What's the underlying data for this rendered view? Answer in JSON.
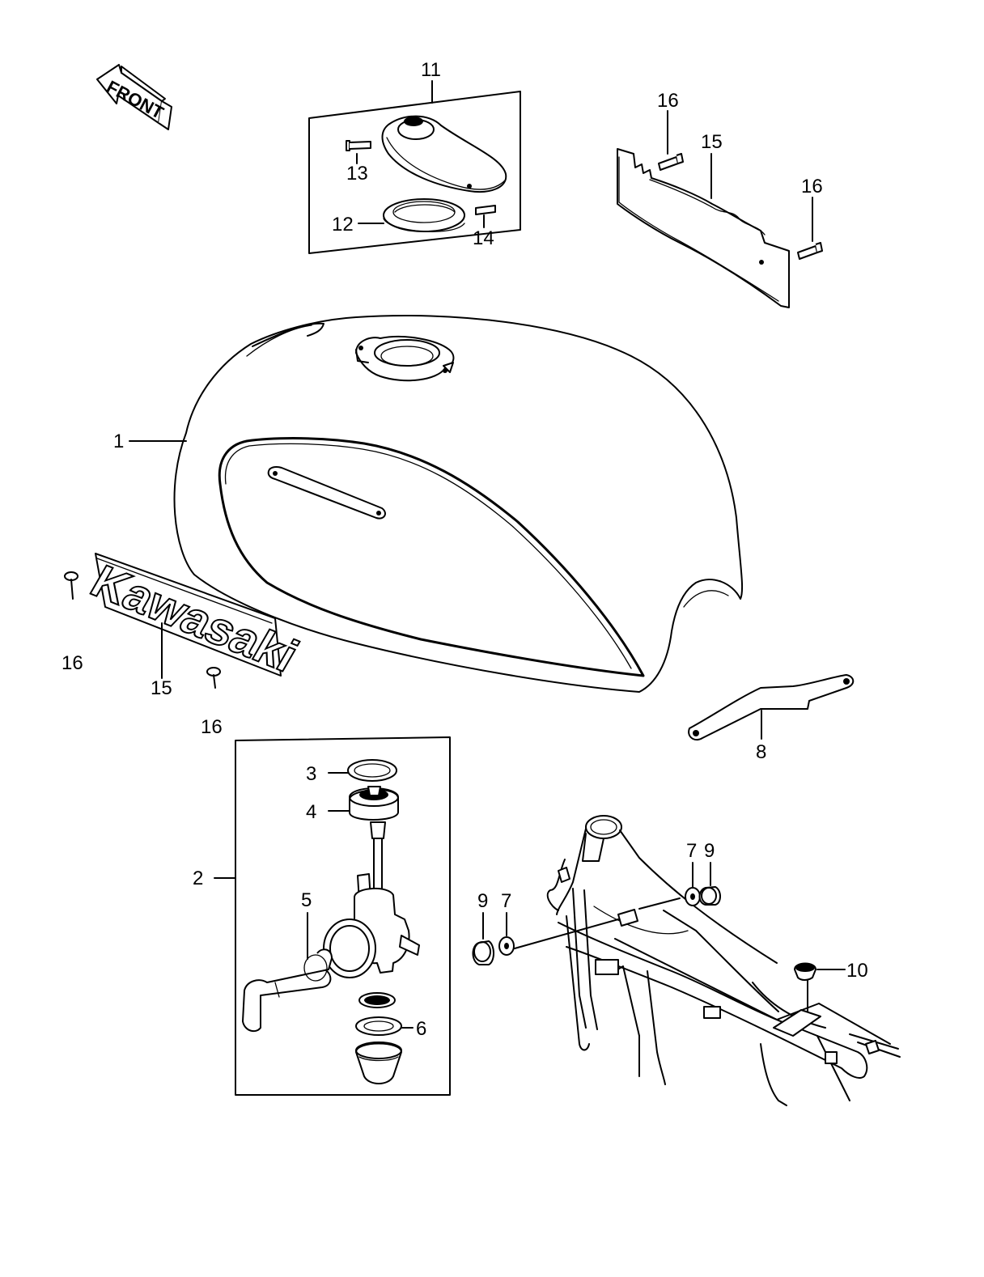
{
  "front_arrow": {
    "text": "FRONT"
  },
  "emblem": {
    "text": "Kawasaki"
  },
  "callouts": [
    {
      "id": "c1",
      "text": "1"
    },
    {
      "id": "c2",
      "text": "2"
    },
    {
      "id": "c3",
      "text": "3"
    },
    {
      "id": "c4",
      "text": "4"
    },
    {
      "id": "c5",
      "text": "5"
    },
    {
      "id": "c6",
      "text": "6"
    },
    {
      "id": "c7a",
      "text": "7"
    },
    {
      "id": "c7b",
      "text": "7"
    },
    {
      "id": "c8",
      "text": "8"
    },
    {
      "id": "c9a",
      "text": "9"
    },
    {
      "id": "c9b",
      "text": "9"
    },
    {
      "id": "c10",
      "text": "10"
    },
    {
      "id": "c11",
      "text": "11"
    },
    {
      "id": "c12",
      "text": "12"
    },
    {
      "id": "c13",
      "text": "13"
    },
    {
      "id": "c14",
      "text": "14"
    },
    {
      "id": "c15a",
      "text": "15"
    },
    {
      "id": "c15b",
      "text": "15"
    },
    {
      "id": "c16a",
      "text": "16"
    },
    {
      "id": "c16b",
      "text": "16"
    },
    {
      "id": "c16c",
      "text": "16"
    },
    {
      "id": "c16d",
      "text": "16"
    }
  ]
}
